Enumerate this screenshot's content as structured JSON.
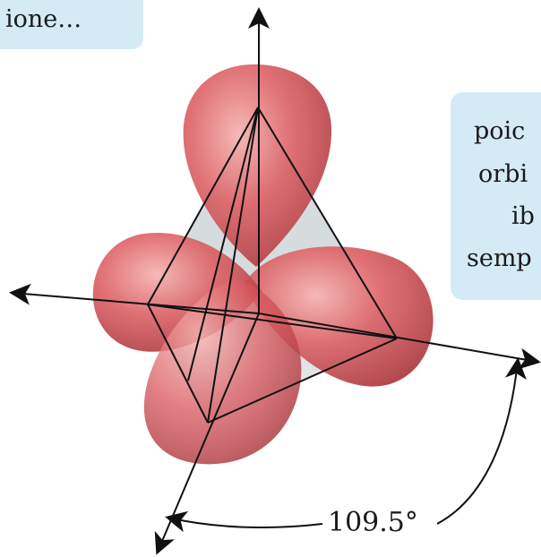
{
  "callouts": {
    "left_fragment": "ione…",
    "right_lines": [
      "poic",
      "orbi",
      "ib",
      "semp"
    ]
  },
  "angle_label": "109.5°",
  "colors": {
    "callout_fill": "#d4ebf6",
    "lobe_fill": "#d8575b",
    "lobe_highlight": "#f3a8a6",
    "lobe_shadow": "#a8383d",
    "tetra_fill": "#cfd6d8",
    "line": "#111111"
  }
}
